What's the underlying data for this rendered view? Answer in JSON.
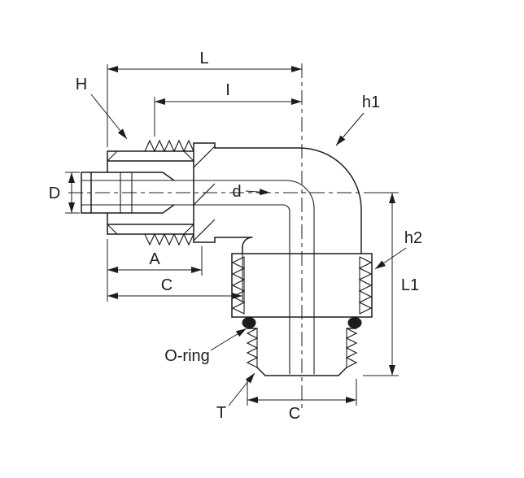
{
  "drawing": {
    "subject": "90-degree elbow tube fitting cross-section with dimension callouts",
    "background": "#ffffff",
    "line_color": "#1c1c1c",
    "labels": {
      "L": "L",
      "I": "I",
      "H": "H",
      "h1": "h1",
      "D": "D",
      "d": "d",
      "A": "A",
      "C_left": "C",
      "h2": "h2",
      "L1": "L1",
      "o_ring": "O-ring",
      "T": "T",
      "C_bottom": "C"
    }
  }
}
